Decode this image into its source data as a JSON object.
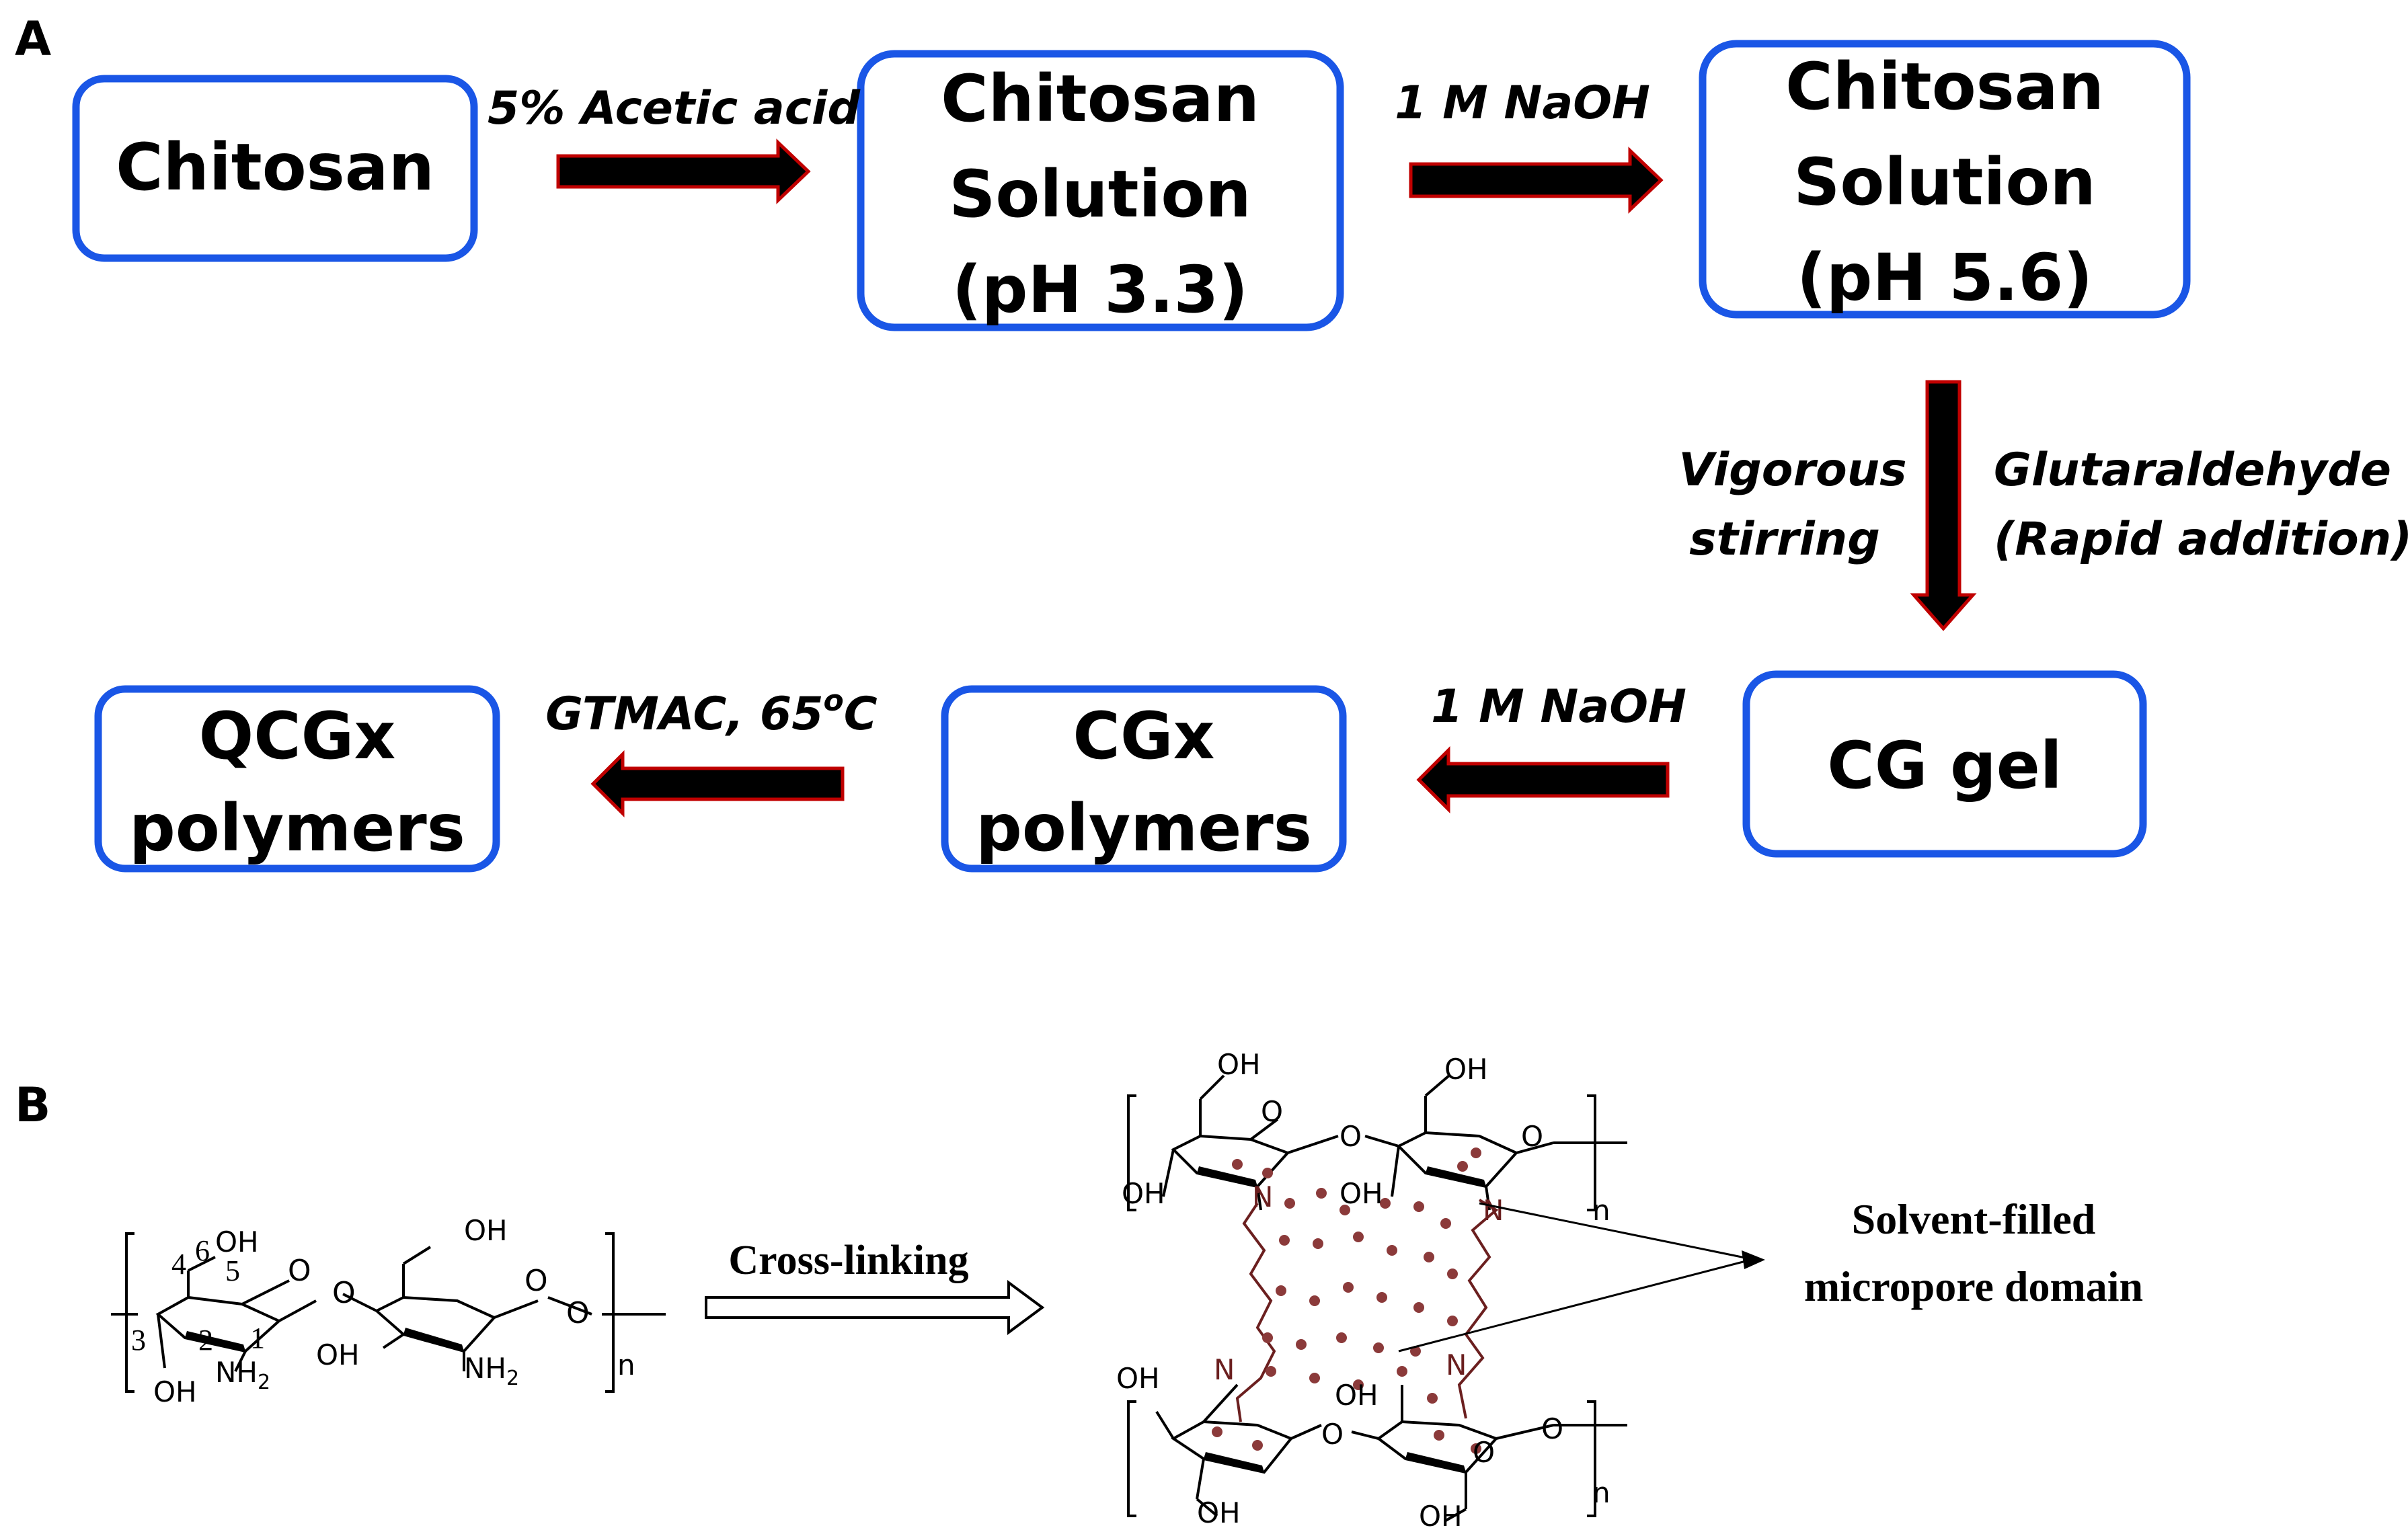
{
  "panels": {
    "a": "A",
    "b": "B"
  },
  "flowchart": {
    "boxes": {
      "chitosan": [
        "Chitosan"
      ],
      "solution_33": [
        "Chitosan",
        "Solution",
        "(pH 3.3)"
      ],
      "solution_56": [
        "Chitosan",
        "Solution",
        "(pH 5.6)"
      ],
      "cg_gel": [
        "CG gel"
      ],
      "cgx": [
        "CGx",
        "polymers"
      ],
      "qcgx": [
        "QCGx",
        "polymers"
      ]
    },
    "steps": {
      "acetic": "5% Acetic acid",
      "naoh_1": "1 M NaOH",
      "stirring": [
        "Vigorous",
        "stirring"
      ],
      "glutaraldehyde": [
        "Glutaraldehyde",
        "(Rapid addition)"
      ],
      "naoh_2": "1 M NaOH",
      "gtmac": "GTMAC, 65",
      "gtmac_sup": "o",
      "gtmac_unit": "C"
    }
  },
  "structure": {
    "ring_numbers": [
      "1",
      "2",
      "3",
      "4",
      "5",
      "6"
    ],
    "labels": {
      "oh": "OH",
      "nh2": "NH",
      "sub2": "2",
      "o": "O",
      "n": "N",
      "repeat": "n"
    },
    "cross_linking": "Cross-linking",
    "annotation": [
      "Solvent-filled",
      "micropore domain"
    ]
  },
  "colors": {
    "box_border": "#1a56e6",
    "arrow_fill": "#000000",
    "arrow_outline": "#c00000",
    "linker": "#6b1f1f",
    "dot": "#8b3a3a"
  }
}
